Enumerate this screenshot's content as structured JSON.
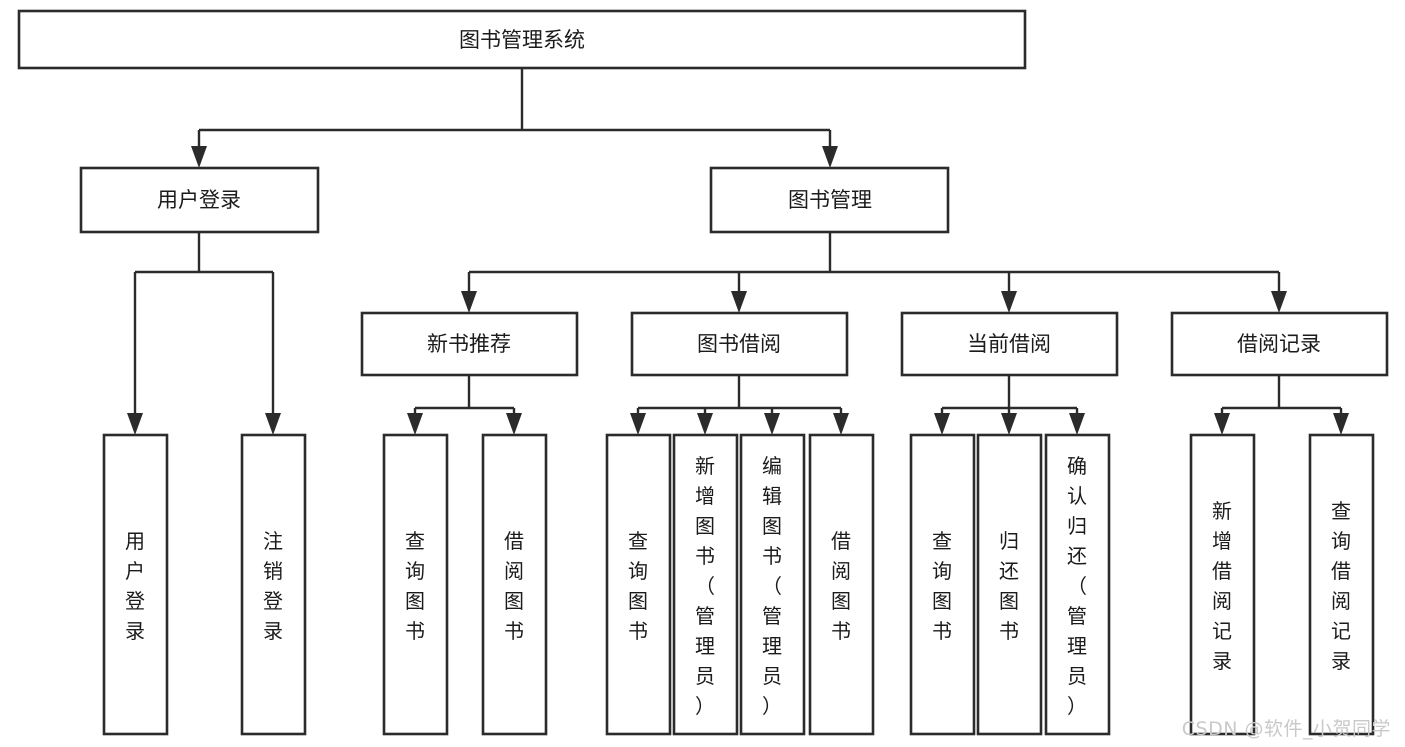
{
  "diagram": {
    "type": "tree",
    "title": "图书管理系统",
    "orientation": "top-down",
    "root": {
      "id": "root",
      "label": "图书管理系统"
    },
    "level2": [
      {
        "id": "user-login",
        "label": "用户登录"
      },
      {
        "id": "book-management",
        "label": "图书管理"
      }
    ],
    "level3": [
      {
        "id": "new-book-recommend",
        "label": "新书推荐",
        "parent": "book-management"
      },
      {
        "id": "book-borrow",
        "label": "图书借阅",
        "parent": "book-management"
      },
      {
        "id": "current-borrow",
        "label": "当前借阅",
        "parent": "book-management"
      },
      {
        "id": "borrow-record",
        "label": "借阅记录",
        "parent": "book-management"
      }
    ],
    "leaves": {
      "user-login": [
        {
          "id": "leaf-user-login",
          "label": "用户登录"
        },
        {
          "id": "leaf-user-logout",
          "label": "注销登录"
        }
      ],
      "new-book-recommend": [
        {
          "id": "leaf-query-book-1",
          "label": "查询图书"
        },
        {
          "id": "leaf-borrow-book-1",
          "label": "借阅图书"
        }
      ],
      "book-borrow": [
        {
          "id": "leaf-query-book-2",
          "label": "查询图书"
        },
        {
          "id": "leaf-add-book",
          "label": "新增图书（管理员）"
        },
        {
          "id": "leaf-edit-book",
          "label": "编辑图书（管理员）"
        },
        {
          "id": "leaf-borrow-book-2",
          "label": "借阅图书"
        }
      ],
      "current-borrow": [
        {
          "id": "leaf-query-book-3",
          "label": "查询图书"
        },
        {
          "id": "leaf-return-book",
          "label": "归还图书"
        },
        {
          "id": "leaf-confirm-return",
          "label": "确认归还（管理员）"
        }
      ],
      "borrow-record": [
        {
          "id": "leaf-add-record",
          "label": "新增借阅记录"
        },
        {
          "id": "leaf-query-record",
          "label": "查询借阅记录"
        }
      ]
    }
  },
  "watermark": {
    "text": "CSDN @软件_小贺同学"
  },
  "colors": {
    "box_stroke": "#2b2b2b",
    "box_fill": "#ffffff",
    "connector": "#2b2b2b",
    "label_text": "#1b1b1b",
    "watermark_text": "#c9c9c9",
    "page_background": "#ffffff"
  }
}
